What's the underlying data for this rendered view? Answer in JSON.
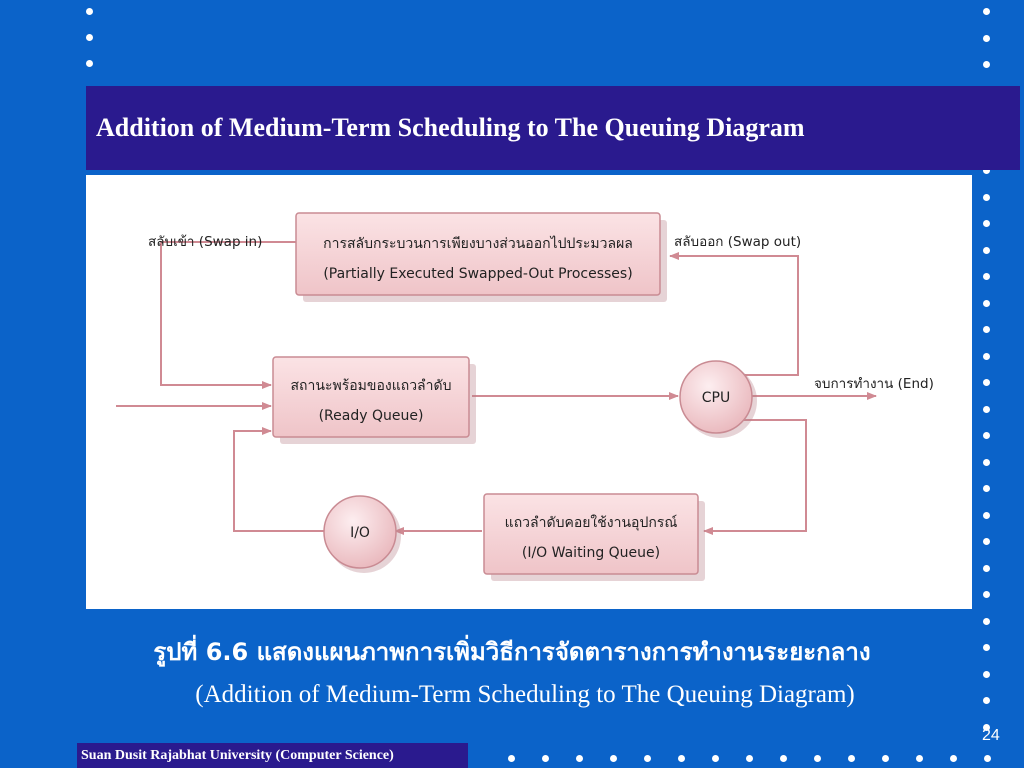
{
  "slide": {
    "title": "Addition of Medium-Term Scheduling to The Queuing Diagram",
    "caption_thai": "รูปที่ 6.6 แสดงแผนภาพการเพิ่มวิธีการจัดตารางการทำงานระยะกลาง",
    "caption_english": "(Addition of Medium-Term Scheduling to The Queuing Diagram)",
    "page_number": "24",
    "footer": "Suan Dusit Rajabhat University (Computer Science)"
  },
  "diagram": {
    "swapped_box": {
      "thai": "การสลับกระบวนการเพียงบางส่วนออกไปประมวลผล",
      "english": "(Partially Executed Swapped-Out Processes)"
    },
    "ready_box": {
      "thai": "สถานะพร้อมของแถวลำดับ",
      "english": "(Ready Queue)"
    },
    "io_wait_box": {
      "thai": "แถวลำดับคอยใช้งานอุปกรณ์",
      "english": "(I/O Waiting Queue)"
    },
    "cpu_label": "CPU",
    "io_label": "I/O",
    "swap_in_label": "สลับเข้า (Swap in)",
    "swap_out_label": "สลับออก (Swap out)",
    "end_label": "จบการทำงาน (End)"
  },
  "colors": {
    "background": "#0b63c9",
    "title_bar": "#2a1a8e",
    "box_fill": "#f2cdd0",
    "box_border": "#c98b93",
    "arrow": "#d08a93"
  }
}
